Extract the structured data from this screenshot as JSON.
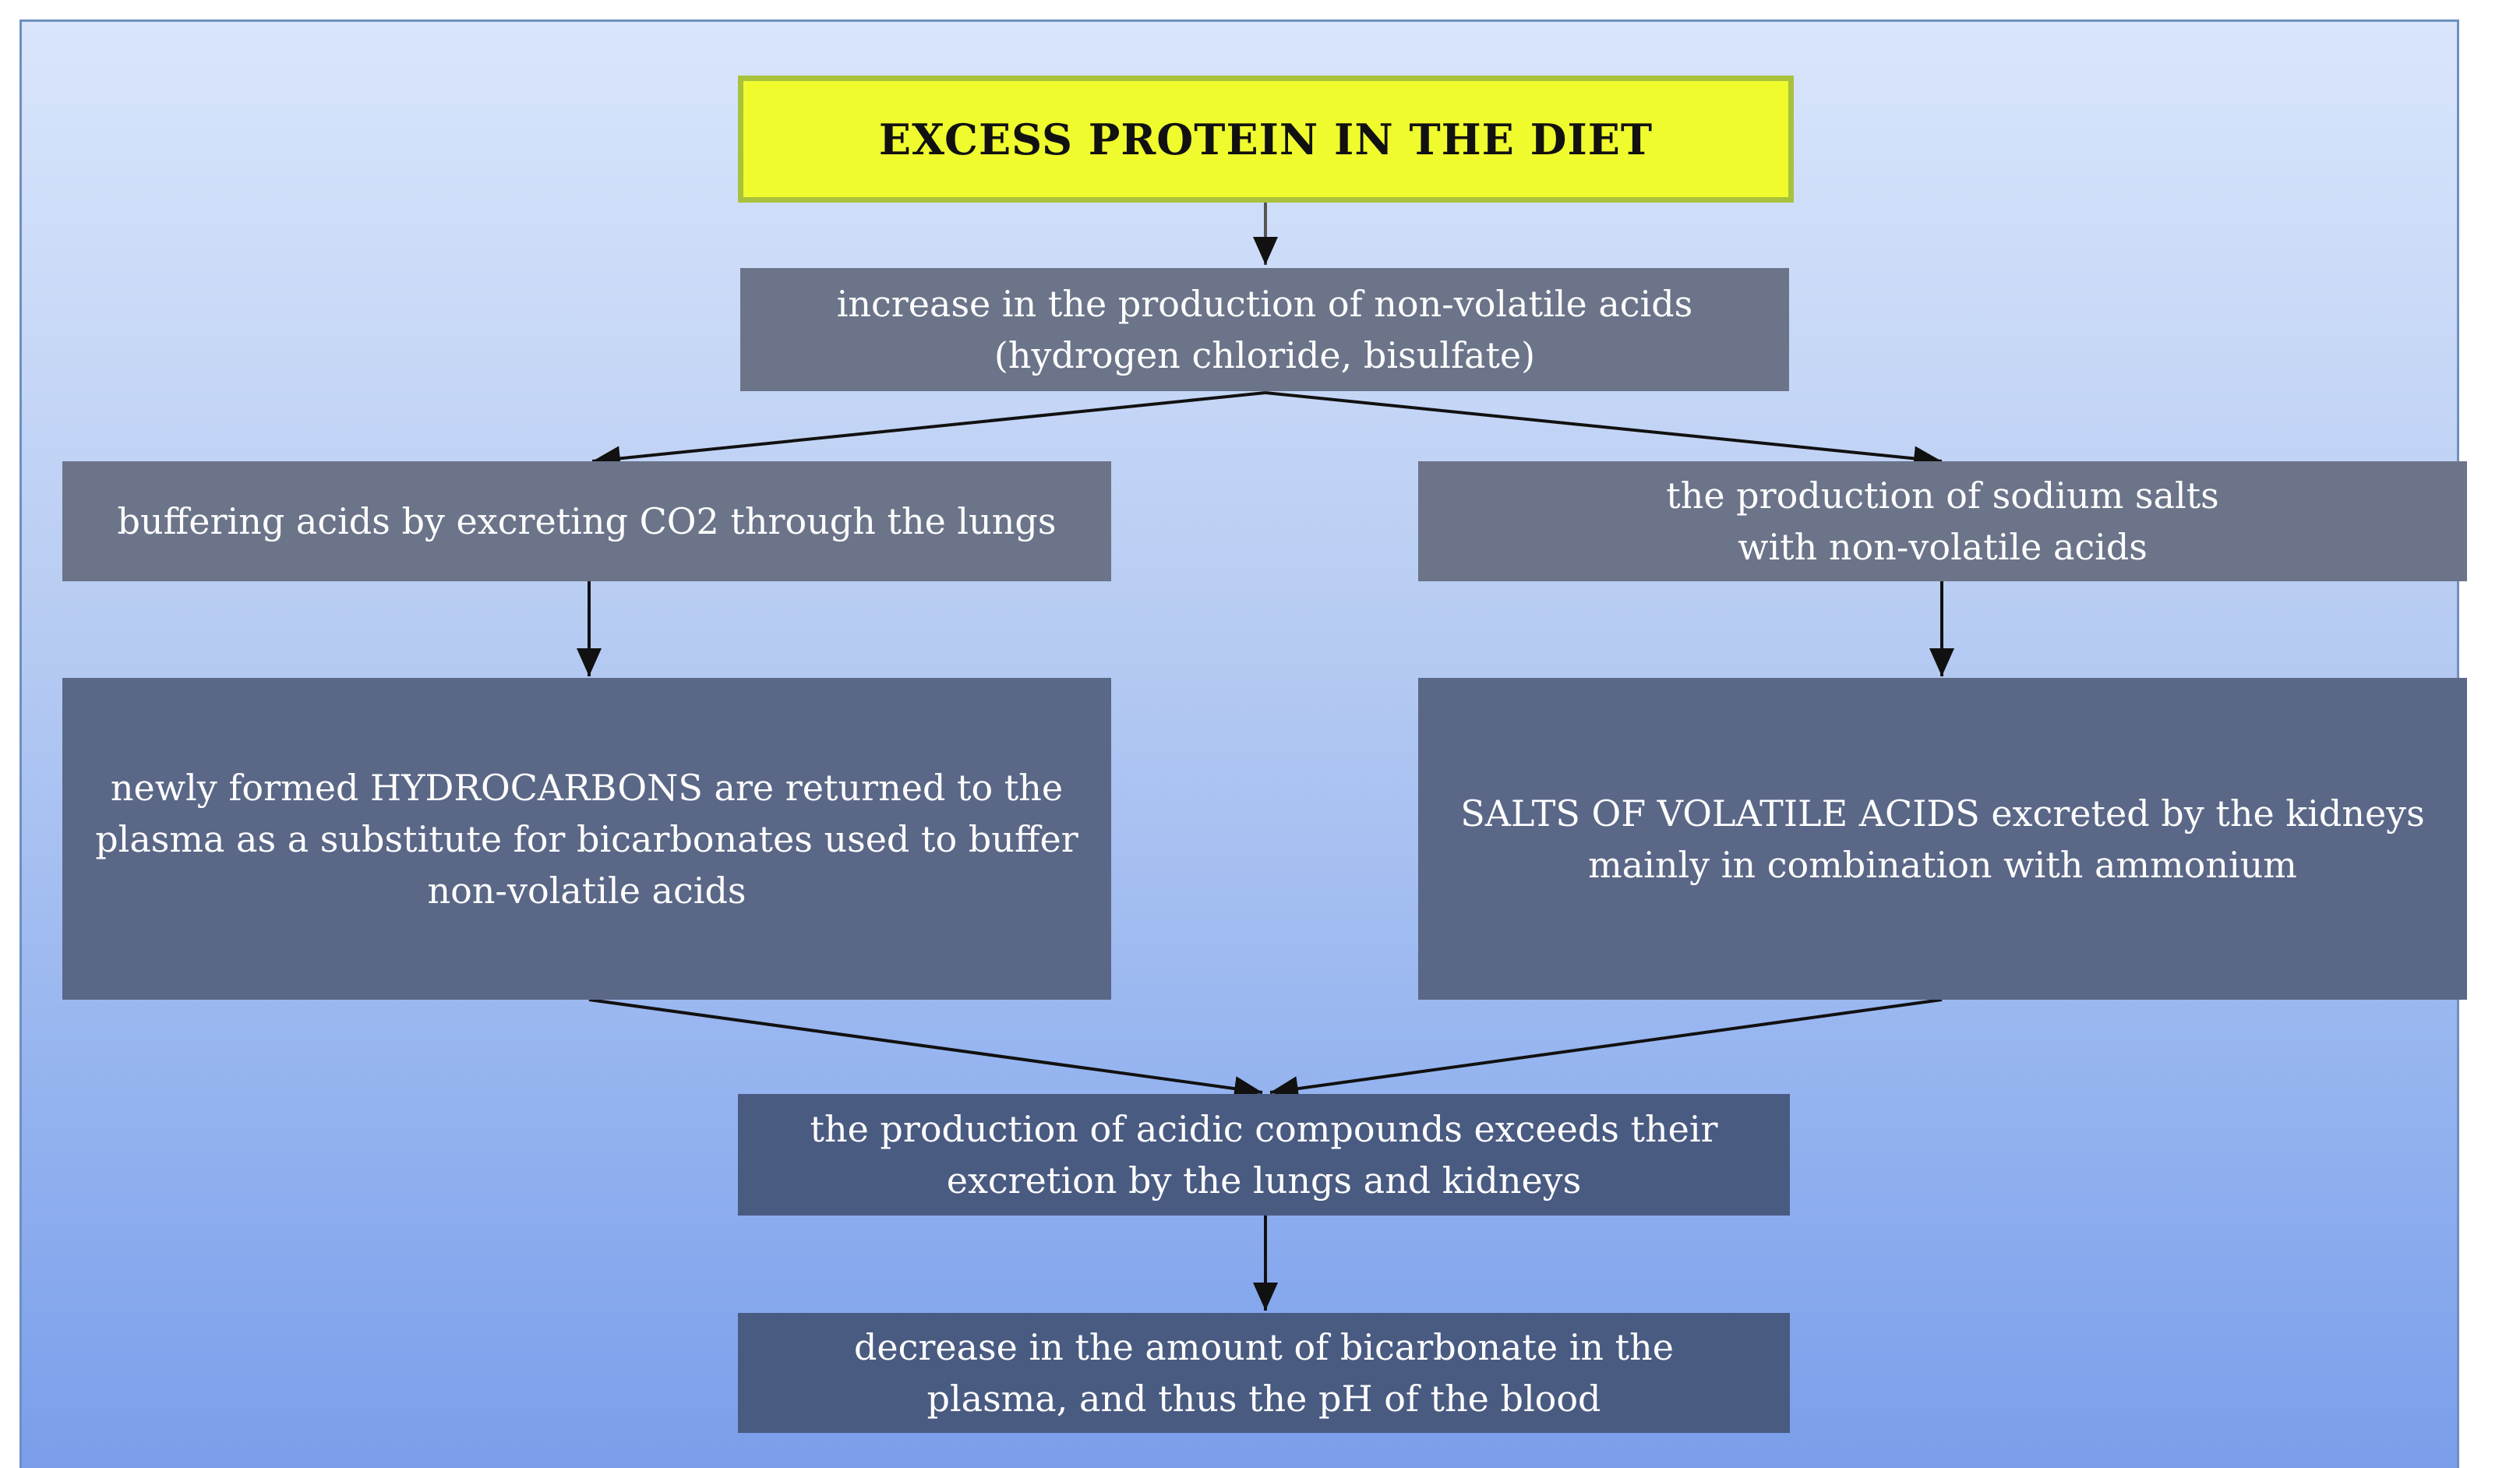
{
  "diagram": {
    "title": "EXCESS PROTEIN IN THE DIET",
    "nodes": {
      "acid_production": "increase in the production of non-volatile acids (hydrogen chloride, bisulfate)",
      "buffering": "buffering acids by excreting CO2 through the lungs",
      "sodium_salts": "the production of sodium salts with non-volatile acids",
      "hydrocarbons": "newly formed HYDROCARBONS are returned to the plasma as a substitute for bicarbonates used to buffer non-volatile acids",
      "volatile_salts": "SALTS OF VOLATILE ACIDS excreted by the kidneys mainly in combination with ammonium",
      "acidic_compounds": "the production of acidic compounds exceeds their excretion by the lungs and kidneys",
      "bicarbonate_decrease": "decrease in the amount of bicarbonate in the plasma, and thus the pH of the blood"
    },
    "edges": [
      {
        "from": "title",
        "to": "acid_production"
      },
      {
        "from": "acid_production",
        "to": "buffering"
      },
      {
        "from": "acid_production",
        "to": "sodium_salts"
      },
      {
        "from": "buffering",
        "to": "hydrocarbons"
      },
      {
        "from": "sodium_salts",
        "to": "volatile_salts"
      },
      {
        "from": "hydrocarbons",
        "to": "acidic_compounds"
      },
      {
        "from": "volatile_salts",
        "to": "acidic_compounds"
      },
      {
        "from": "acidic_compounds",
        "to": "bicarbonate_decrease"
      }
    ],
    "colors": {
      "title_fill": "#f0fb2e",
      "title_border": "#a9c23c",
      "box_fill_top": "#6b7489",
      "box_fill_bottom": "#4a5b82",
      "background_top": "#d9e5fb",
      "background_bottom": "#7a9eea",
      "arrow": "#111111"
    }
  }
}
